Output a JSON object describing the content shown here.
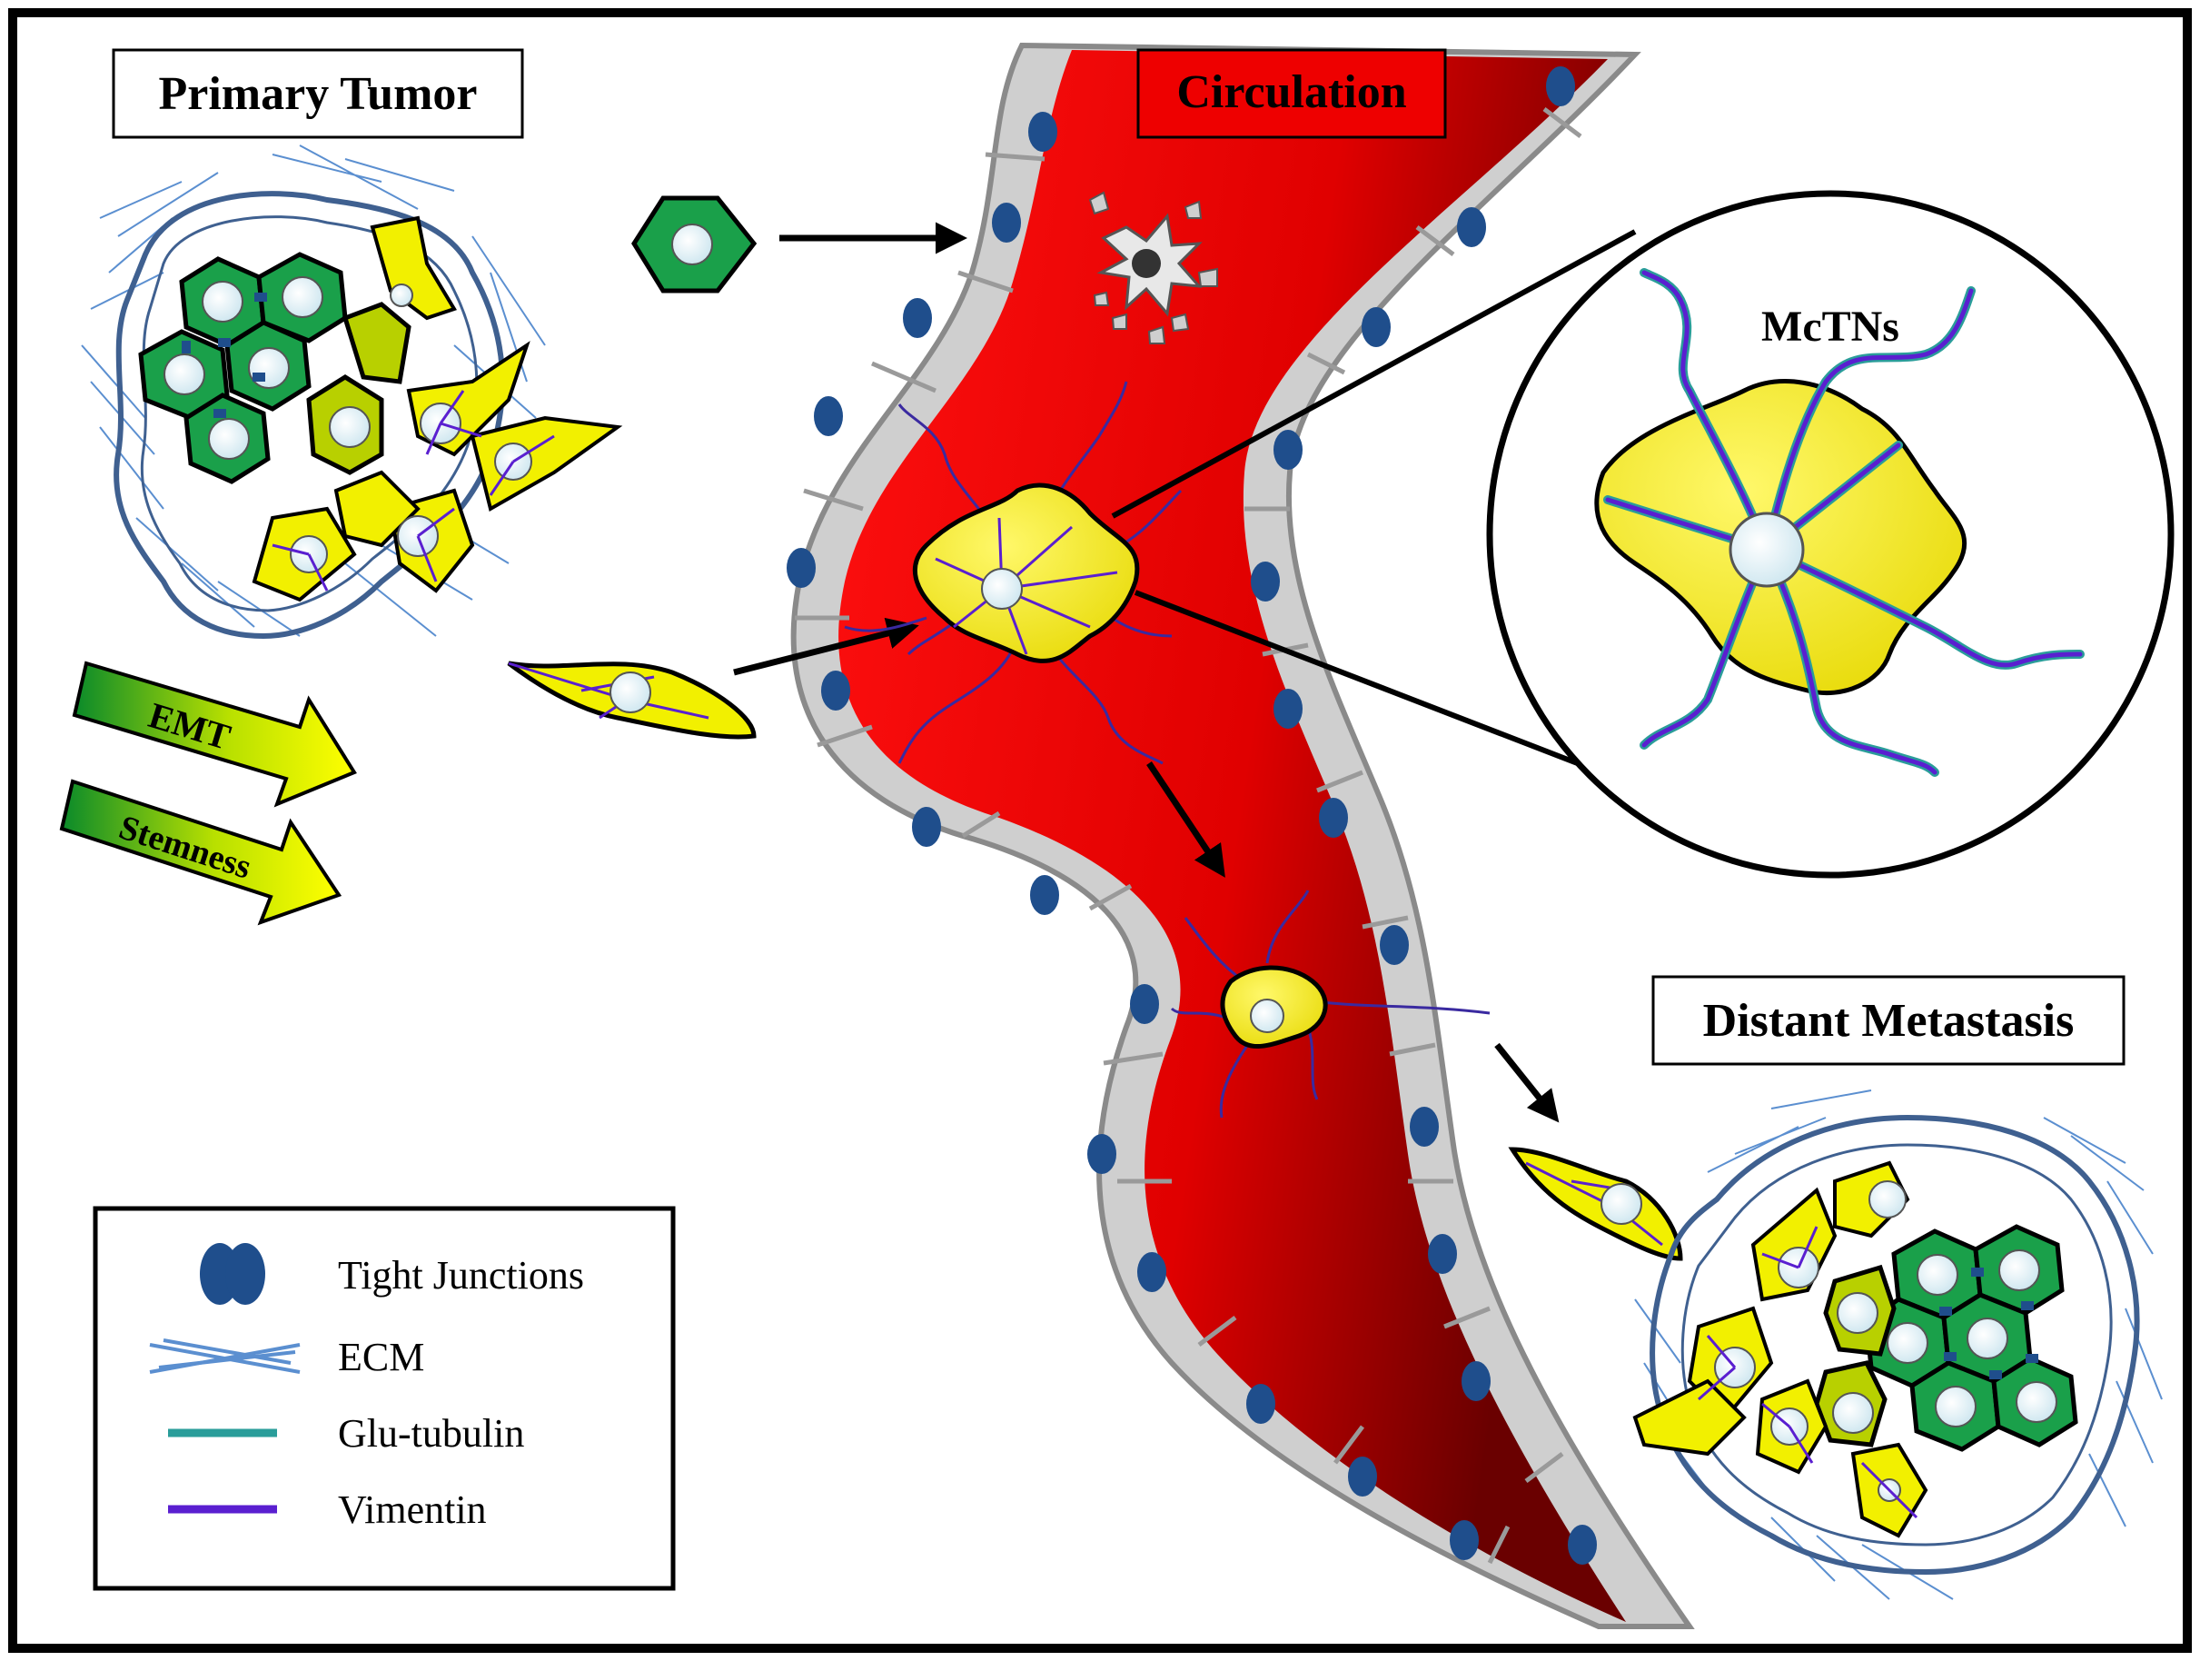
{
  "labels": {
    "primary_tumor": "Primary Tumor",
    "circulation": "Circulation",
    "distant_metastasis": "Distant Metastasis",
    "mctns": "McTNs",
    "emt": "EMT",
    "stemness": "Stemness"
  },
  "legend": {
    "items": [
      {
        "label": "Tight Junctions",
        "icon": "tight-junction-icon"
      },
      {
        "label": "ECM",
        "icon": "ecm-icon"
      },
      {
        "label": "Glu-tubulin",
        "icon": "glu-tubulin-line-icon"
      },
      {
        "label": "Vimentin",
        "icon": "vimentin-line-icon"
      }
    ]
  },
  "colors": {
    "vessel_red": "#ee0000",
    "vessel_dark": "#7a0000",
    "endothelium_gray": "#c8c8c8",
    "tight_junction_blue": "#1f4e8c",
    "epithelial_green": "#1aa04a",
    "mesenchymal_yellow": "#f2f000",
    "ecm_blue": "#5b8fd0",
    "glu_tubulin": "#2a9d9a",
    "vimentin": "#5a1fd0",
    "nucleus": "#dff2f8"
  }
}
